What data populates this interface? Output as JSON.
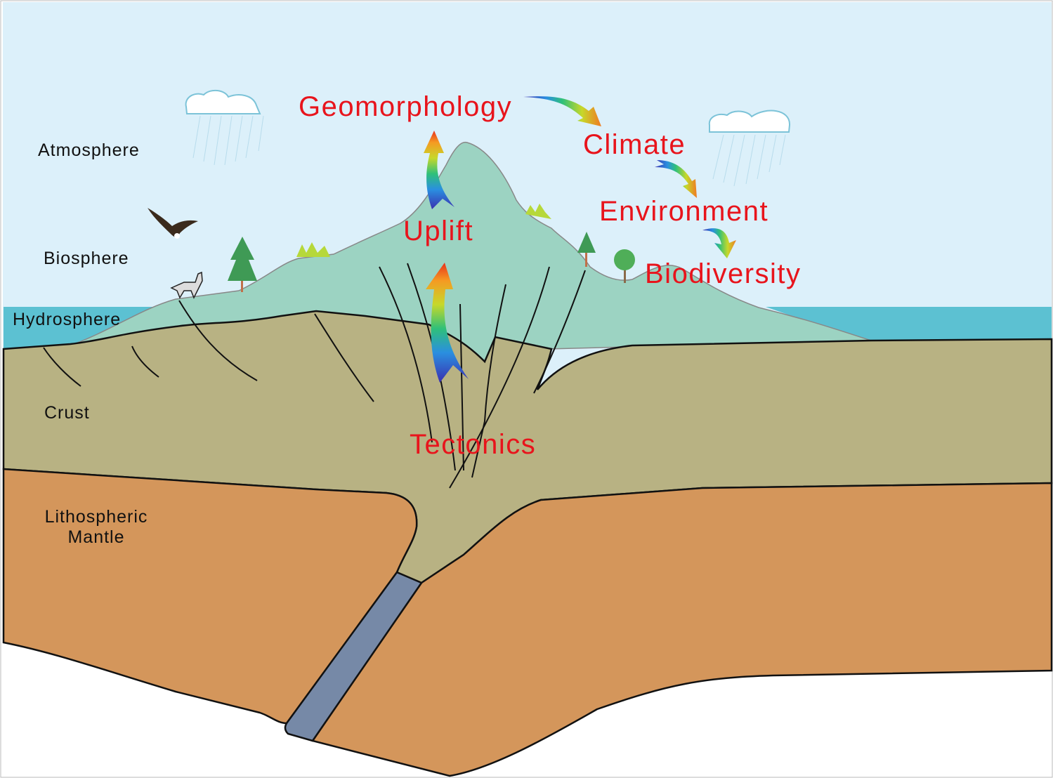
{
  "layers": {
    "atmosphere": "Atmosphere",
    "biosphere": "Biosphere",
    "hydrosphere": "Hydrosphere",
    "crust": "Crust",
    "mantle_line1": "Lithospheric",
    "mantle_line2": "Mantle"
  },
  "processes": {
    "geomorphology": "Geomorphology",
    "climate": "Climate",
    "environment": "Environment",
    "biodiversity": "Biodiversity",
    "uplift": "Uplift",
    "tectonics": "Tectonics"
  },
  "colors": {
    "sky": "#dcf0fa",
    "sea": "#5cc1d2",
    "mountain": "#9cd3c2",
    "crust": "#b8b283",
    "mantle": "#d4965b",
    "slab": "#7689a7",
    "label_red": "#e8141c"
  }
}
